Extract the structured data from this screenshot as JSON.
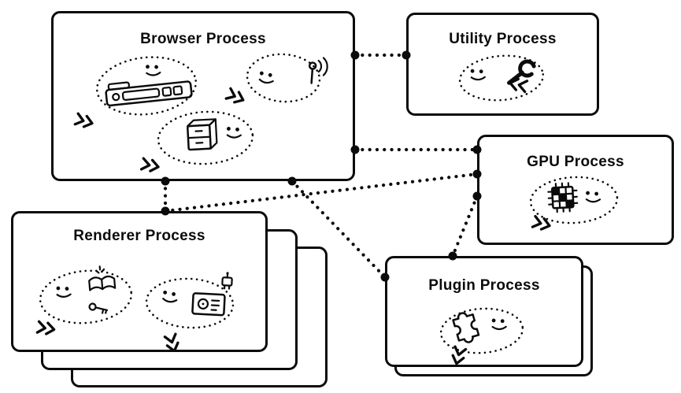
{
  "nodes": {
    "browser": {
      "label": "Browser Process",
      "icons": [
        "browser-toolbar-icon",
        "signal-antenna-icon",
        "file-cabinet-icon"
      ]
    },
    "utility": {
      "label": "Utility Process",
      "icons": [
        "wrench-icon"
      ]
    },
    "gpu": {
      "label": "GPU Process",
      "icons": [
        "gpu-chip-icon"
      ]
    },
    "renderer": {
      "label": "Renderer Process",
      "icons": [
        "book-icon",
        "key-icon",
        "media-player-icon",
        "robot-icon"
      ]
    },
    "plugin": {
      "label": "Plugin Process",
      "icons": [
        "puzzle-piece-icon"
      ]
    }
  },
  "connections": [
    {
      "from": "browser",
      "to": "utility"
    },
    {
      "from": "browser",
      "to": "gpu"
    },
    {
      "from": "browser",
      "to": "renderer"
    },
    {
      "from": "browser",
      "to": "plugin"
    },
    {
      "from": "renderer",
      "to": "gpu"
    },
    {
      "from": "gpu",
      "to": "plugin"
    }
  ],
  "style": {
    "ink": "#0b0b0b",
    "background": "#ffffff",
    "connector_style": "dotted",
    "renderer_stack_count": 3,
    "plugin_stack_count": 2
  }
}
